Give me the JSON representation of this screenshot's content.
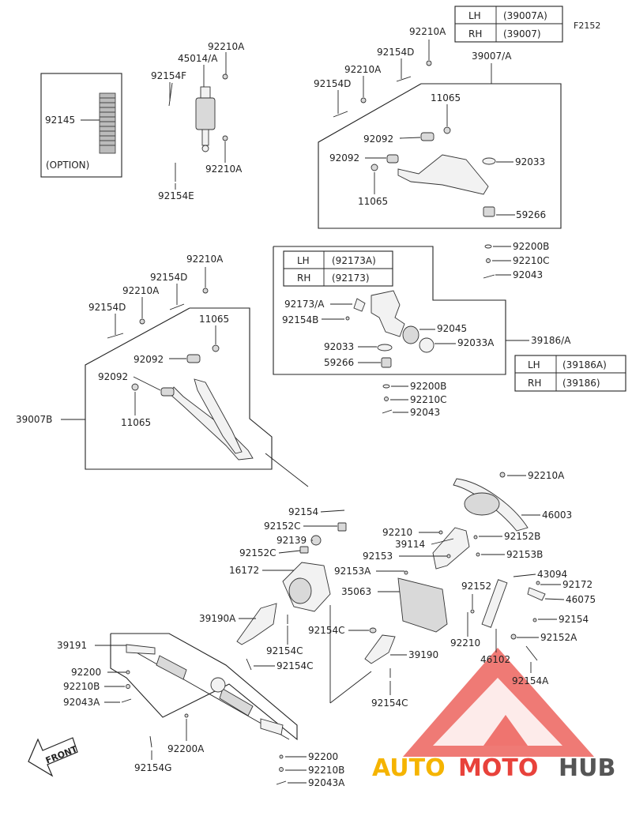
{
  "figure_code": "F2152",
  "tables": {
    "t39007": {
      "rows": [
        [
          "LH",
          "(39007A)"
        ],
        [
          "RH",
          "(39007)"
        ]
      ]
    },
    "t92173": {
      "rows": [
        [
          "LH",
          "(92173A)"
        ],
        [
          "RH",
          "(92173)"
        ]
      ]
    },
    "t39186": {
      "rows": [
        [
          "LH",
          "(39186A)"
        ],
        [
          "RH",
          "(39186)"
        ]
      ]
    }
  },
  "option_box": {
    "part": "92145",
    "note": "(OPTION)"
  },
  "front_label": "FRONT",
  "watermark": {
    "part1": "AUTO",
    "part2": "MOTO",
    "part3": "HUB",
    "colors": {
      "auto": "#f5b400",
      "moto": "#e8423b",
      "hub": "#555555",
      "triangle": "#e8423b"
    }
  },
  "labels": {
    "l1": "92210A",
    "l2": "45014/A",
    "l3": "92154F",
    "l4": "92210A",
    "l5": "92154E",
    "l6": "92210A",
    "l7": "92154D",
    "l8": "92210A",
    "l9": "92154D",
    "l10": "39007/A",
    "l11": "11065",
    "l12": "92092",
    "l13": "92092",
    "l14": "92033",
    "l15": "11065",
    "l16": "59266",
    "l17": "92200B",
    "l18": "92210C",
    "l19": "92043",
    "l20": "92210A",
    "l21": "92154D",
    "l22": "92210A",
    "l23": "92154D",
    "l24": "11065",
    "l25": "92092",
    "l26": "92092",
    "l27": "11065",
    "l28": "39007B",
    "l29": "92173/A",
    "l30": "92154B",
    "l31": "92045",
    "l32": "92033",
    "l33": "92033A",
    "l34": "59266",
    "l35": "39186/A",
    "l36": "92200B",
    "l37": "92210C",
    "l38": "92043",
    "l39": "92210A",
    "l40": "46003",
    "l41": "92154",
    "l42": "92152C",
    "l43": "92139",
    "l44": "92152C",
    "l45": "16172",
    "l46": "92210",
    "l47": "39114",
    "l48": "92152B",
    "l49": "92153",
    "l50": "92153B",
    "l51": "92153A",
    "l52": "43094",
    "l53": "92172",
    "l54": "35063",
    "l55": "92152",
    "l56": "46075",
    "l57": "39190A",
    "l58": "92154",
    "l59": "92154C",
    "l60": "92152A",
    "l61": "92154C",
    "l62": "92210",
    "l63": "46102",
    "l64": "39191",
    "l65": "92154C",
    "l66": "39190",
    "l67": "92154A",
    "l68": "92200",
    "l69": "92210B",
    "l70": "92043A",
    "l71": "92154C",
    "l72": "92200A",
    "l73": "92154G",
    "l74": "92200",
    "l75": "92210B",
    "l76": "92043A"
  }
}
